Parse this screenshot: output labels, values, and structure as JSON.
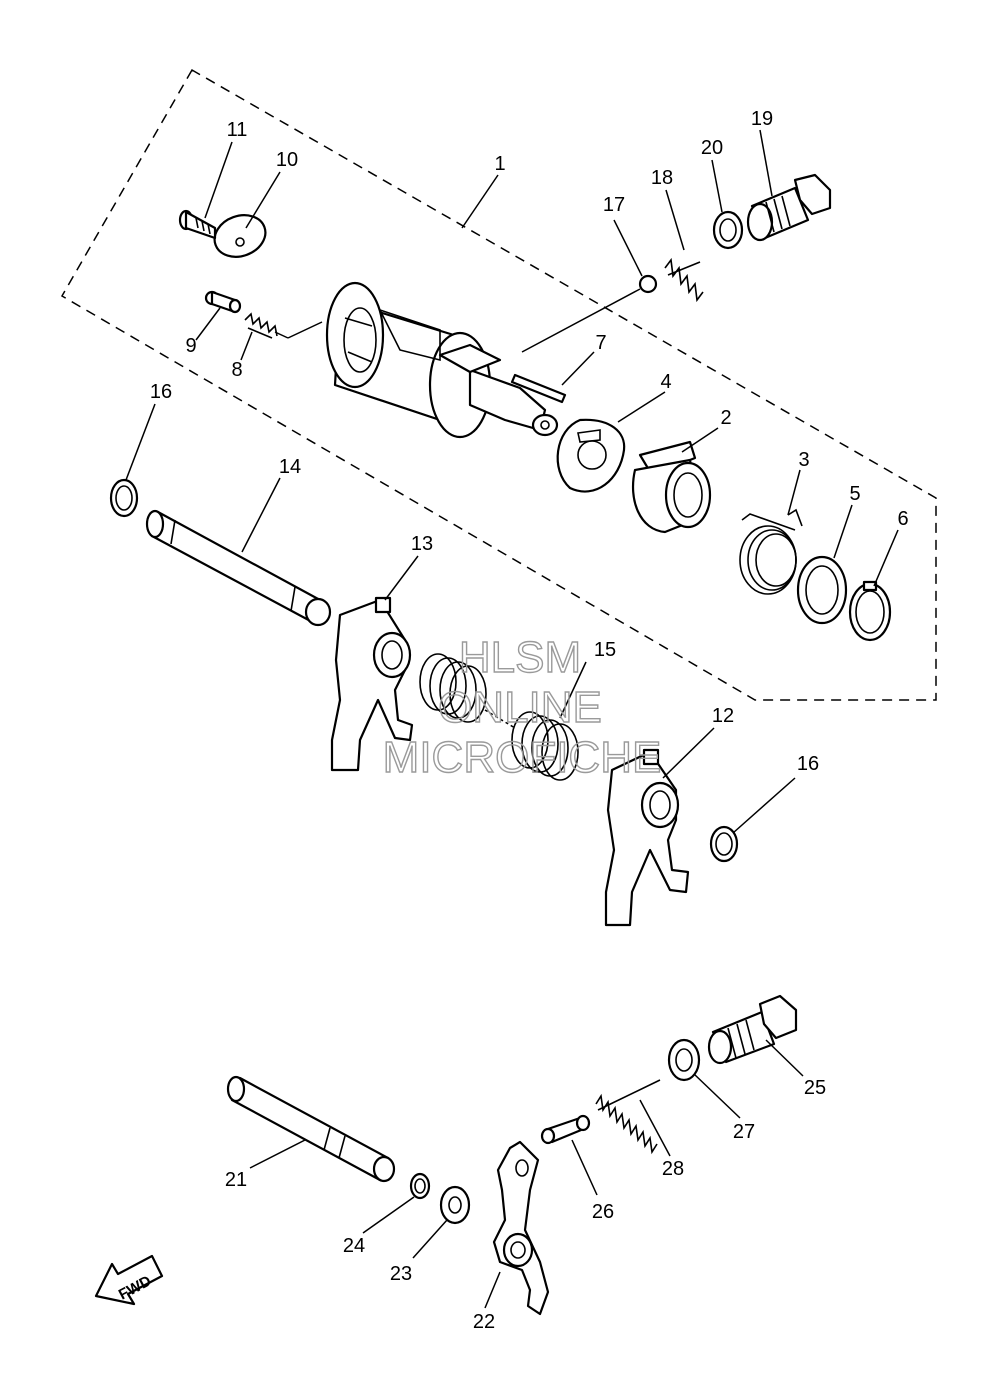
{
  "watermark": {
    "line1": "HLSM",
    "line2": "ONLINE",
    "line3": "MICROFICHE"
  },
  "fwd_label": "FWD",
  "callouts": [
    "1",
    "2",
    "3",
    "4",
    "5",
    "6",
    "7",
    "8",
    "9",
    "10",
    "11",
    "12",
    "13",
    "14",
    "15",
    "16",
    "16",
    "17",
    "18",
    "19",
    "20",
    "21",
    "22",
    "23",
    "24",
    "25",
    "26",
    "27",
    "28"
  ]
}
